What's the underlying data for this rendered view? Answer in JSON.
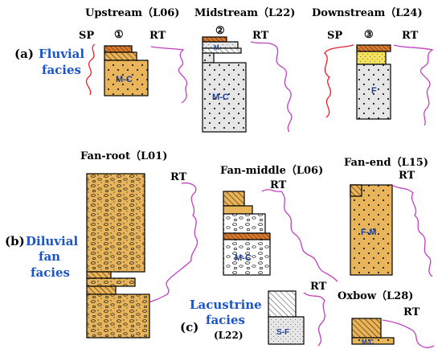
{
  "colors": {
    "sand": "#e9b55a",
    "sand_light": "#f0d27a",
    "yellow_top": "#f5e25c",
    "gray_fill": "#e6e6e6",
    "white_fill": "#ffffff",
    "hatch_dark": "#a0703a",
    "sp_curve": "#e8202a",
    "rt_curve": "#c040c0",
    "facies_blue": "#1b55c8"
  },
  "panel_a": {
    "letter": "(a)",
    "title_line1": "Fluvial",
    "title_line2": "facies",
    "columns": [
      {
        "title": "Upstream（L06)",
        "number": "①",
        "sp": "SP",
        "rt": "RT",
        "label": "M-C"
      },
      {
        "title": "Midstream（L22)",
        "number": "②",
        "rt": "RT",
        "label": "M-C",
        "label_top": "M"
      },
      {
        "title": "Downstream（L24)",
        "number": "③",
        "sp": "SP",
        "rt": "RT",
        "label": "F"
      }
    ]
  },
  "panel_b": {
    "letter": "(b)",
    "title_line1": "Diluvial",
    "title_line2": "fan",
    "title_line3": "facies",
    "columns": [
      {
        "title": "Fan-root（L01)",
        "rt": "RT"
      },
      {
        "title": "Fan-middle（L06)",
        "rt": "RT",
        "label": "M-C"
      },
      {
        "title": "Fan-end（L15)",
        "rt": "RT",
        "label": "F-M"
      }
    ]
  },
  "panel_c": {
    "letter": "(c)",
    "title_line1": "Lacustrine",
    "title_line2": "facies",
    "well": "(L22)",
    "rt": "RT",
    "label": "S-F"
  },
  "oxbow": {
    "title": "Oxbow（L28)",
    "rt": "RT",
    "label": "M-C"
  }
}
